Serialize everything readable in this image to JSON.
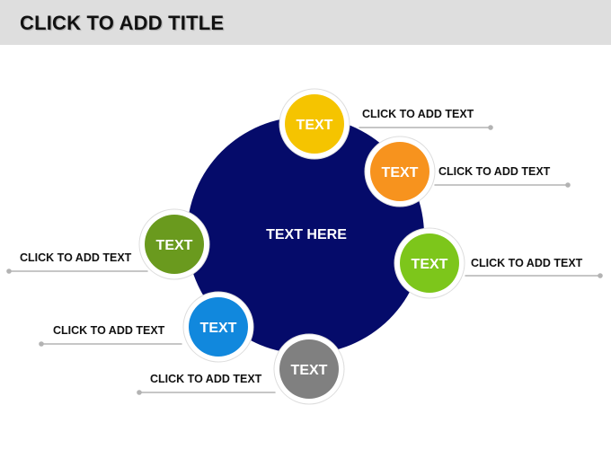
{
  "slide": {
    "title": "CLICK TO ADD TITLE"
  },
  "diagram": {
    "center_text": "TEXT HERE",
    "center_color": "#050b6a",
    "nodes": [
      {
        "id": "yellow",
        "text": "TEXT",
        "color": "#f5c400",
        "label": "CLICK TO ADD TEXT"
      },
      {
        "id": "orange",
        "text": "TEXT",
        "color": "#f7931e",
        "label": "CLICK TO ADD TEXT"
      },
      {
        "id": "lime",
        "text": "TEXT",
        "color": "#7dc61b",
        "label": "CLICK TO ADD TEXT"
      },
      {
        "id": "olive",
        "text": "TEXT",
        "color": "#6a9a1e",
        "label": "CLICK TO ADD TEXT"
      },
      {
        "id": "blue",
        "text": "TEXT",
        "color": "#1188dd",
        "label": "CLICK TO ADD TEXT"
      },
      {
        "id": "gray",
        "text": "TEXT",
        "color": "#808080",
        "label": "CLICK TO ADD TEXT"
      }
    ],
    "connector_color": "#b3b3b3"
  }
}
